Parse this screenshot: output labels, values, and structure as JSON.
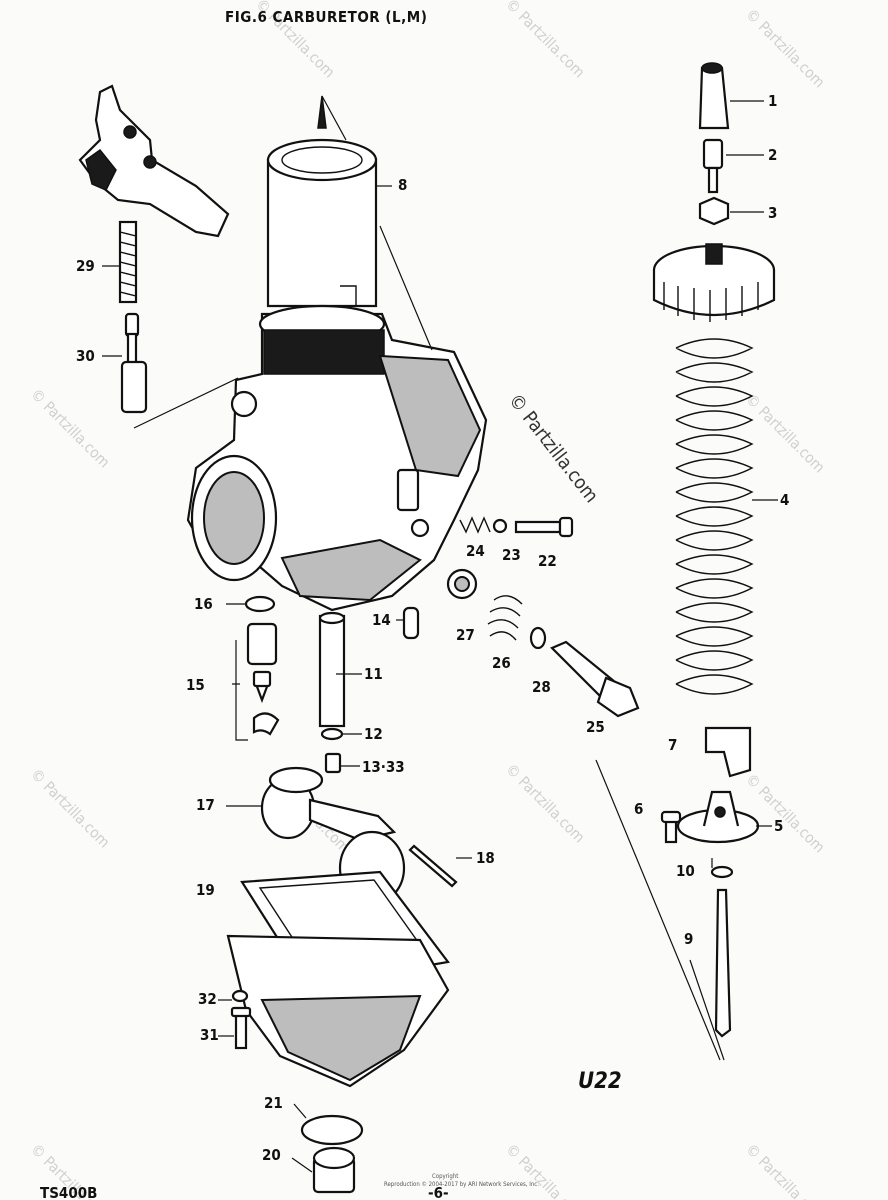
{
  "title": "FIG.6  CARBURETOR (L,M)",
  "diagram_code": "U22",
  "model": "TS400B",
  "page_number": "-6-",
  "footer": {
    "line1": "Copyright",
    "line2": "Reproduction © 2004-2017 by ARI Network Services, Inc."
  },
  "watermark": "© Partzilla.com",
  "callouts": {
    "c1": "1",
    "c2": "2",
    "c3": "3",
    "c4": "4",
    "c5": "5",
    "c6": "6",
    "c7": "7",
    "c8": "8",
    "c9": "9",
    "c10": "10",
    "c11": "11",
    "c12": "12",
    "c13": "13·33",
    "c14": "14",
    "c15": "15",
    "c16": "16",
    "c17": "17",
    "c18": "18",
    "c19": "19",
    "c20": "20",
    "c21": "21",
    "c22": "22",
    "c23": "23",
    "c24": "24",
    "c25": "25",
    "c26": "26",
    "c27": "27",
    "c28": "28",
    "c29": "29",
    "c30": "30",
    "c31": "31",
    "c32": "32"
  }
}
